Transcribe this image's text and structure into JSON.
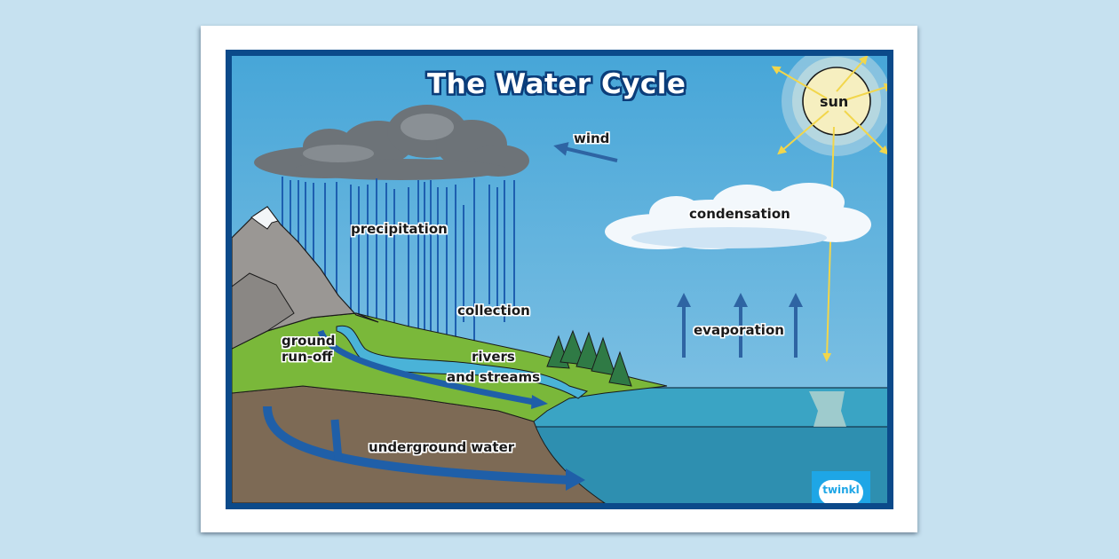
{
  "poster": {
    "title": "The Water Cycle",
    "brand": "twinkl",
    "colors": {
      "page_background": "#c6e1f0",
      "sheet": "#ffffff",
      "frame": "#0b4a8a",
      "sky": "#4aa8d8",
      "sea": "#3aa4c4",
      "grass": "#7ab83a",
      "soil": "#7d6a55",
      "arrow_blue": "#1f5fa8",
      "sun_ray": "#f2d64b",
      "brand_blue": "#1ea6e6"
    }
  },
  "labels": {
    "sun": "sun",
    "wind": "wind",
    "condensation": "condensation",
    "precipitation": "precipitation",
    "collection": "collection",
    "evaporation": "evaporation",
    "ground_runoff_line1": "ground",
    "ground_runoff_line2": "run-off",
    "rivers_line1": "rivers",
    "rivers_line2": "and streams",
    "underground_water": "underground water"
  },
  "icons": {
    "sun": "sun-icon",
    "rain_cloud": "rain-cloud-icon",
    "white_cloud": "cloud-icon",
    "mountain": "mountain-icon",
    "trees": "pine-trees-icon",
    "arrows": "arrow-icon",
    "logo": "twinkl-logo"
  }
}
